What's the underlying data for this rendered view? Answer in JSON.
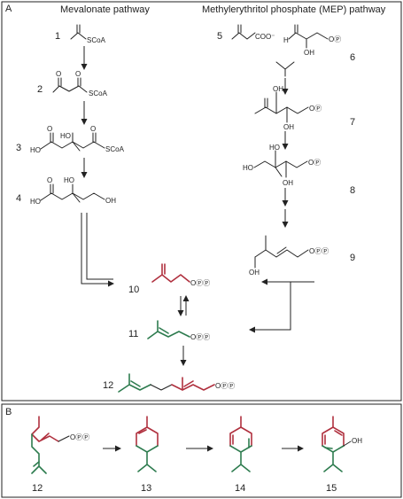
{
  "panel_a": {
    "letter": "A",
    "mevalonate_title": "Mevalonate pathway",
    "mep_title": "Methylerythritol phosphate (MEP) pathway"
  },
  "panel_b": {
    "letter": "B"
  },
  "compounds": {
    "c1": "1",
    "c2": "2",
    "c3": "3",
    "c4": "4",
    "c5": "5",
    "c6": "6",
    "c7": "7",
    "c8": "8",
    "c9": "9",
    "c10": "10",
    "c11": "11",
    "c12": "12",
    "b12": "12",
    "b13": "13",
    "b14": "14",
    "b15": "15"
  },
  "atoms": {
    "scoa": "SCoA",
    "o": "O",
    "ho": "HO",
    "oh": "OH",
    "h": "H",
    "coo": "COO⁻",
    "op": "OⓅ",
    "opp": "OⓅⓅ"
  },
  "colors": {
    "frame": "#222222",
    "isoprene_red": "#b0313f",
    "isoprene_green": "#2e7c4f"
  }
}
